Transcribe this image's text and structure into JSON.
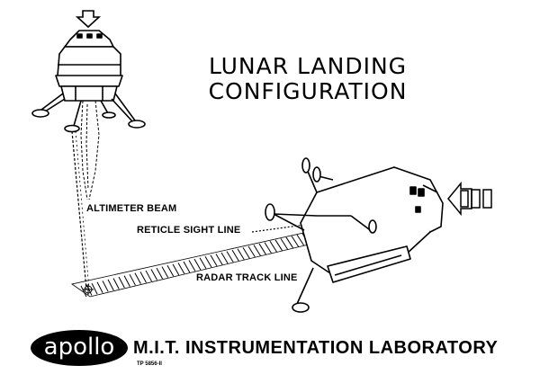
{
  "title": {
    "line1": "LUNAR LANDING",
    "line2": "CONFIGURATION"
  },
  "labels": {
    "altimeter_beam": "ALTIMETER BEAM",
    "reticle_sight_line": "RETICLE SIGHT LINE",
    "radar_track_line": "RADAR TRACK LINE"
  },
  "footer": {
    "logo_text": "apollo",
    "laboratory": "M.I.T. INSTRUMENTATION LABORATORY",
    "tp_number": "TP 5856-II"
  }
}
